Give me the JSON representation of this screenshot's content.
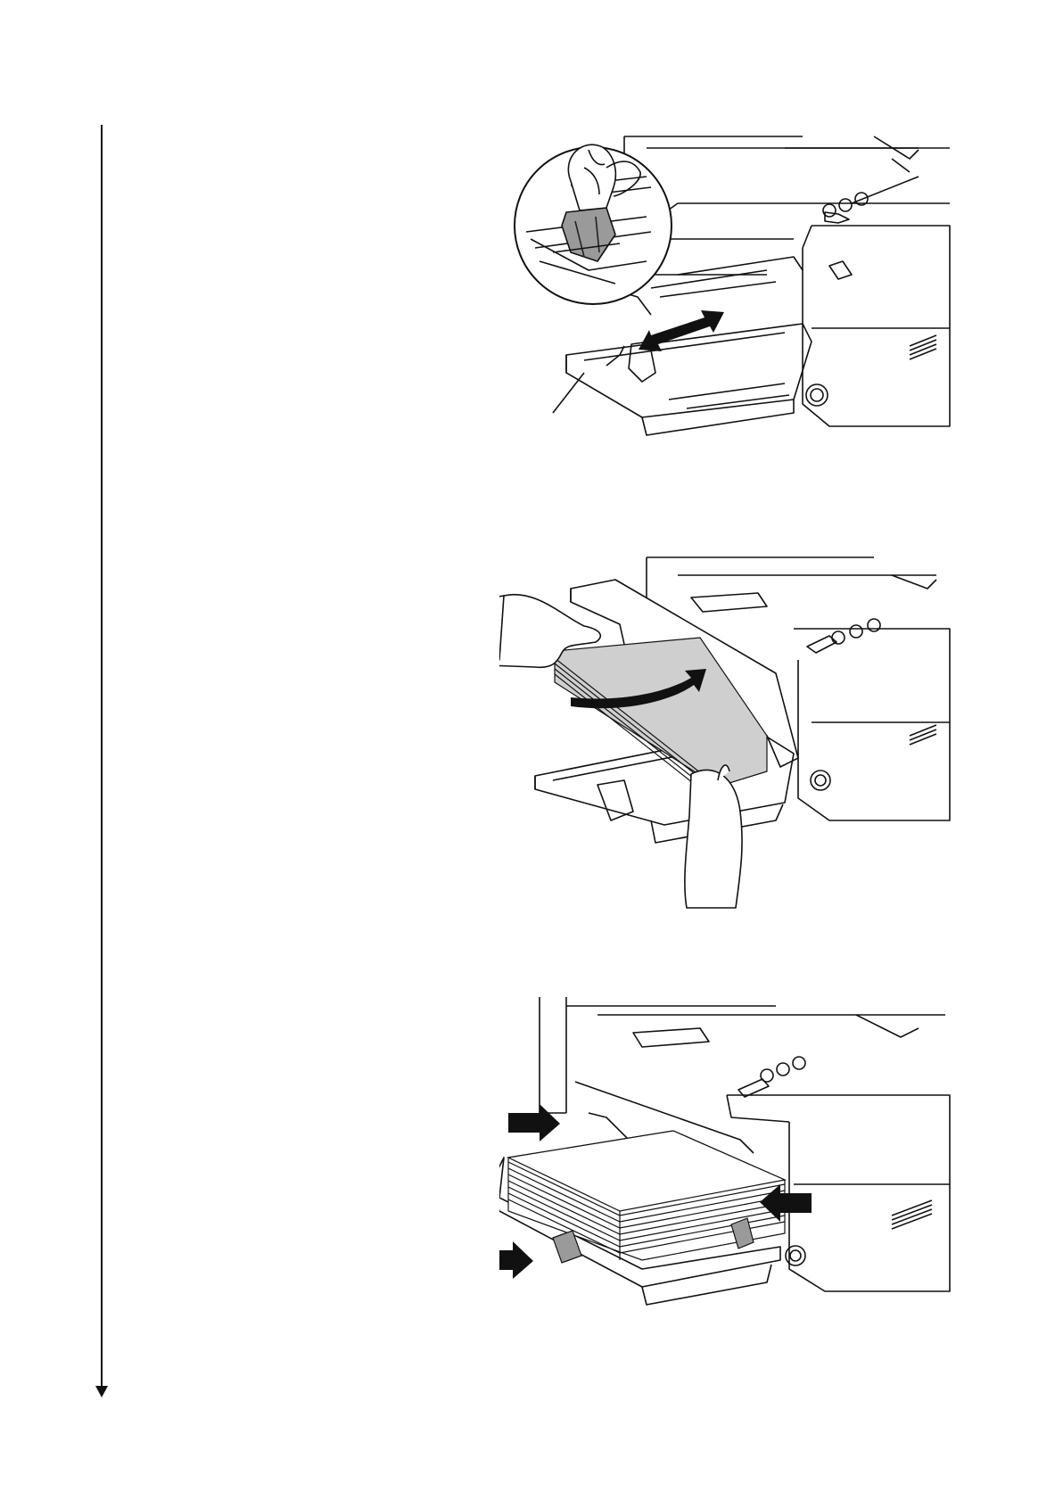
{
  "document": {
    "type": "printer-manual-page",
    "colors": {
      "ink": "#111111",
      "panel_gray": "#9a9a9a",
      "paper_gray": "#cfcfcf",
      "light_gray": "#e6e6e6",
      "background": "#ffffff"
    },
    "step_flow": {
      "direction": "down",
      "icon": "down-arrow-icon"
    },
    "figures": [
      {
        "id": "fig1",
        "name": "adjust-paper-length-guide-illustration",
        "icon": "double-headed-arrow-icon"
      },
      {
        "id": "fig2",
        "name": "load-paper-stack-illustration",
        "icon": "curved-arrow-icon"
      },
      {
        "id": "fig3",
        "name": "align-paper-guides-illustration",
        "icon": "push-arrow-icon"
      }
    ]
  }
}
